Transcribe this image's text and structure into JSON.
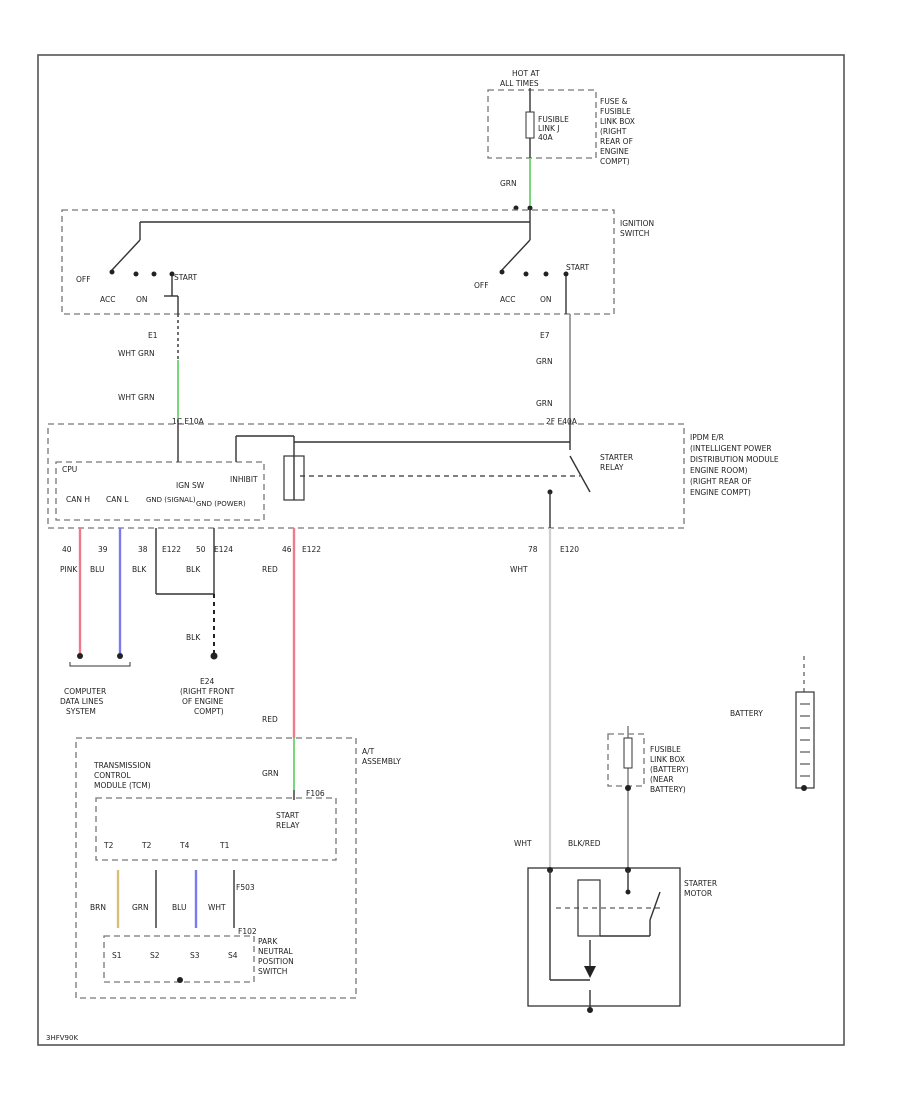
{
  "diagram": {
    "footer_id": "3HFV90K",
    "fuse_source": {
      "hot_label_1": "HOT AT",
      "hot_label_2": "ALL TIMES",
      "fusible_link_1": "FUSIBLE",
      "fusible_link_2": "LINK J",
      "fusible_link_3": "40A",
      "box_1": "FUSE &",
      "box_2": "FUSIBLE",
      "box_3": "LINK BOX",
      "box_4": "(RIGHT",
      "box_5": "REAR OF",
      "box_6": "ENGINE",
      "box_7": "COMPT)"
    },
    "ignition_switch": {
      "title_1": "IGNITION",
      "title_2": "SWITCH",
      "off_left": "OFF",
      "acc_left": "ACC",
      "on_left": "ON",
      "start_left": "START",
      "off_right": "OFF",
      "acc_right": "ACC",
      "on_right": "ON",
      "start_right": "START"
    },
    "wires_top": {
      "grn_fuse": "GRN",
      "pin_e1": "E1",
      "wht_grn_1": "WHT GRN",
      "wht_grn_2": "WHT GRN",
      "pin_e7": "E7",
      "grn_1": "GRN",
      "grn_2": "GRN",
      "conn_left": "1C  E10A",
      "conn_right": "2F  E40A"
    },
    "ipdm": {
      "cpu": "CPU",
      "can_h": "CAN H",
      "can_l": "CAN L",
      "gnd_signal": "GND (SIGNAL)",
      "gnd_power": "GND (POWER)",
      "ign_sw": "IGN SW",
      "inhibit": "INHIBIT",
      "starter_relay_1": "STARTER",
      "starter_relay_2": "RELAY",
      "title_1": "IPDM E/R",
      "title_2": "(INTELLIGENT POWER",
      "title_3": "DISTRIBUTION MODULE",
      "title_4": "ENGINE ROOM)",
      "title_5": "(RIGHT REAR OF",
      "title_6": "ENGINE COMPT)"
    },
    "wires_mid": {
      "pin_40": "40",
      "pink": "PINK",
      "pin_39": "39",
      "blu": "BLU",
      "pin_38": "38",
      "blk1": "BLK",
      "e122": "E122",
      "pin_50": "50",
      "e124": "E124",
      "blk2": "BLK",
      "pin_46": "46",
      "e122b": "E122",
      "red": "RED",
      "pin_78": "78",
      "e120": "E120",
      "wht": "WHT",
      "blk3": "BLK"
    },
    "computer_data": {
      "line_1": "COMPUTER",
      "line_2": "DATA LINES",
      "line_3": "SYSTEM"
    },
    "ground_e24": {
      "line_1": "E24",
      "line_2": "(RIGHT FRONT",
      "line_3": "OF ENGINE",
      "line_4": "COMPT)"
    },
    "at_assembly": {
      "red": "RED",
      "grn": "GRN",
      "f106": "F106",
      "title_1": "A/T",
      "title_2": "ASSEMBLY",
      "tcm_1": "TRANSMISSION",
      "tcm_2": "CONTROL",
      "tcm_3": "MODULE (TCM)",
      "start_relay_1": "START",
      "start_relay_2": "RELAY",
      "pin_l1": "T2",
      "pin_l2": "T2",
      "pin_l3": "T4",
      "pin_l4": "T1",
      "f503": "F503",
      "brn": "BRN",
      "grn2": "GRN",
      "blu": "BLU",
      "wht": "WHT",
      "f102": "F102",
      "s1": "S1",
      "s2": "S2",
      "s3": "S3",
      "s4": "S4",
      "pnp_1": "PARK",
      "pnp_2": "NEUTRAL",
      "pnp_3": "POSITION",
      "pnp_4": "SWITCH"
    },
    "battery": {
      "label": "BATTERY",
      "fl_1": "FUSIBLE",
      "fl_2": "LINK BOX",
      "fl_3": "(BATTERY)",
      "fl_4": "(NEAR",
      "fl_5": "BATTERY)"
    },
    "starter": {
      "wht": "WHT",
      "blk_red": "BLK/RED",
      "title_1": "STARTER",
      "title_2": "MOTOR"
    },
    "colors": {
      "green": "#7cd67c",
      "pink": "#f07a8c",
      "blue": "#7b7bf0",
      "red": "#f07a8c",
      "brown": "#d8c07a",
      "gray": "#888888"
    }
  }
}
